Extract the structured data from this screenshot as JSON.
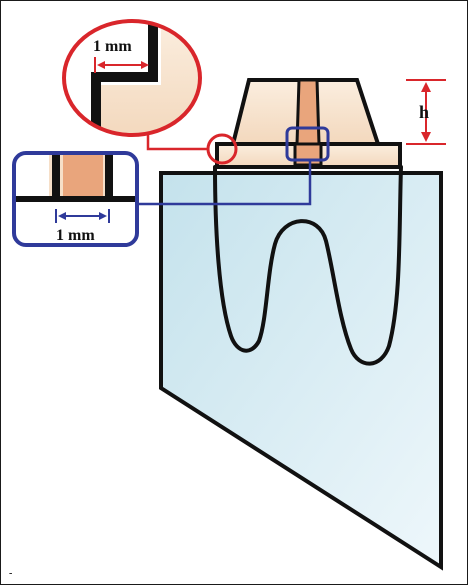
{
  "labels": {
    "top_callout_dimension": "1 mm",
    "left_callout_dimension": "1 mm",
    "height_label": "h",
    "corner_mark": "-"
  },
  "colors": {
    "red_callout": "#d9262b",
    "blue_callout": "#2f3a9a",
    "outline": "#111111",
    "crown_fill": "#f6dfc8",
    "post_fill": "#e9a57c",
    "block_fill_top": "#c9e5ee",
    "block_fill_bottom": "#eaf5fa"
  }
}
